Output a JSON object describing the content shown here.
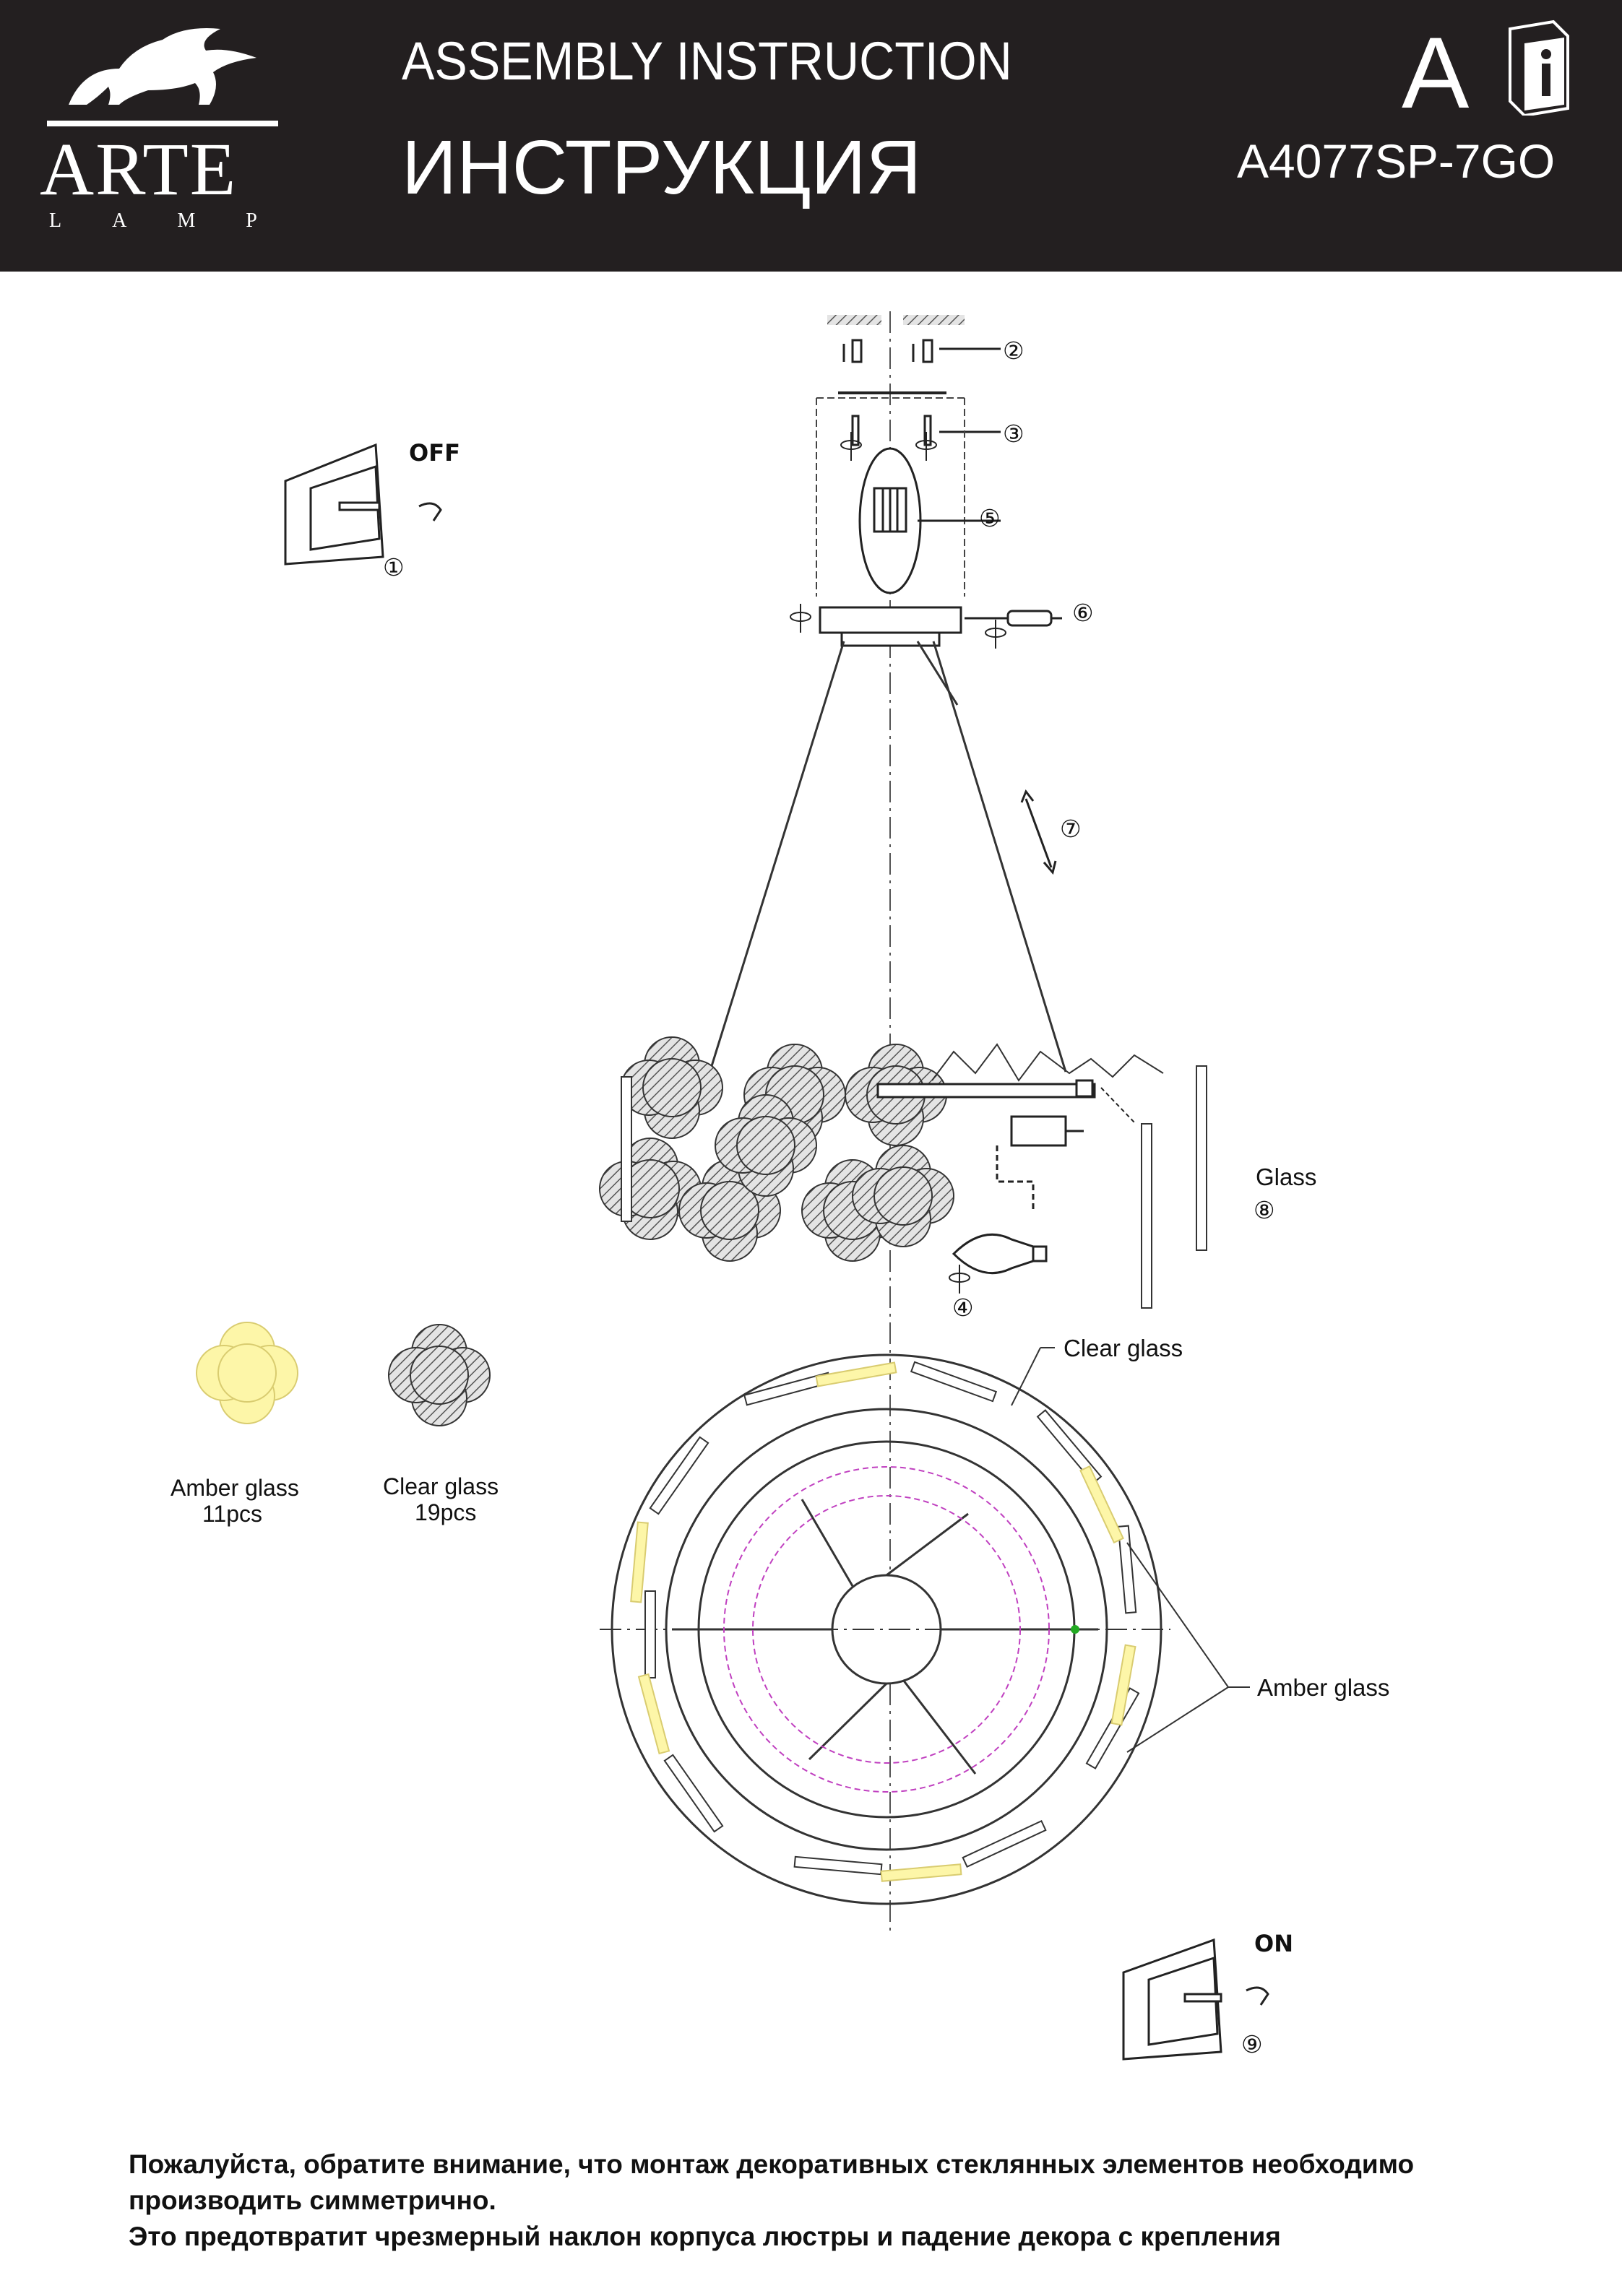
{
  "header": {
    "brand": "ARTE",
    "brand_sub": "LAMP",
    "title_en": "ASSEMBLY  INSTRUCTION",
    "title_ru": "ИНСТРУКЦИЯ",
    "letter": "A",
    "model": "A4077SP-7GO",
    "logo_icon": "griffin-logo-icon",
    "manual_icon": "manual-book-icon"
  },
  "steps": {
    "switch_off_label": "OFF",
    "switch_on_label": "ON",
    "n1": "①",
    "n2": "②",
    "n3": "③",
    "n4": "④",
    "n5": "⑤",
    "n6": "⑥",
    "n7": "⑦",
    "n8": "⑧",
    "n9": "⑨"
  },
  "labels": {
    "glass": "Glass",
    "clear_glass": "Clear glass",
    "amber_glass": "Amber glass"
  },
  "legend": {
    "amber_name": "Amber glass",
    "amber_count": "11pcs",
    "clear_name": "Clear glass",
    "clear_count": "19pcs",
    "amber_color": "#fdf6a8",
    "clear_color": "#9a9a9a"
  },
  "note": {
    "line1": "Пожалуйста, обратите внимание, что монтаж  декоративных стеклянных элементов необходимо",
    "line2": "производить симметрично.",
    "line3": "Это предотвратит чрезмерный наклон корпуса люстры и падение  декора с крепления"
  }
}
